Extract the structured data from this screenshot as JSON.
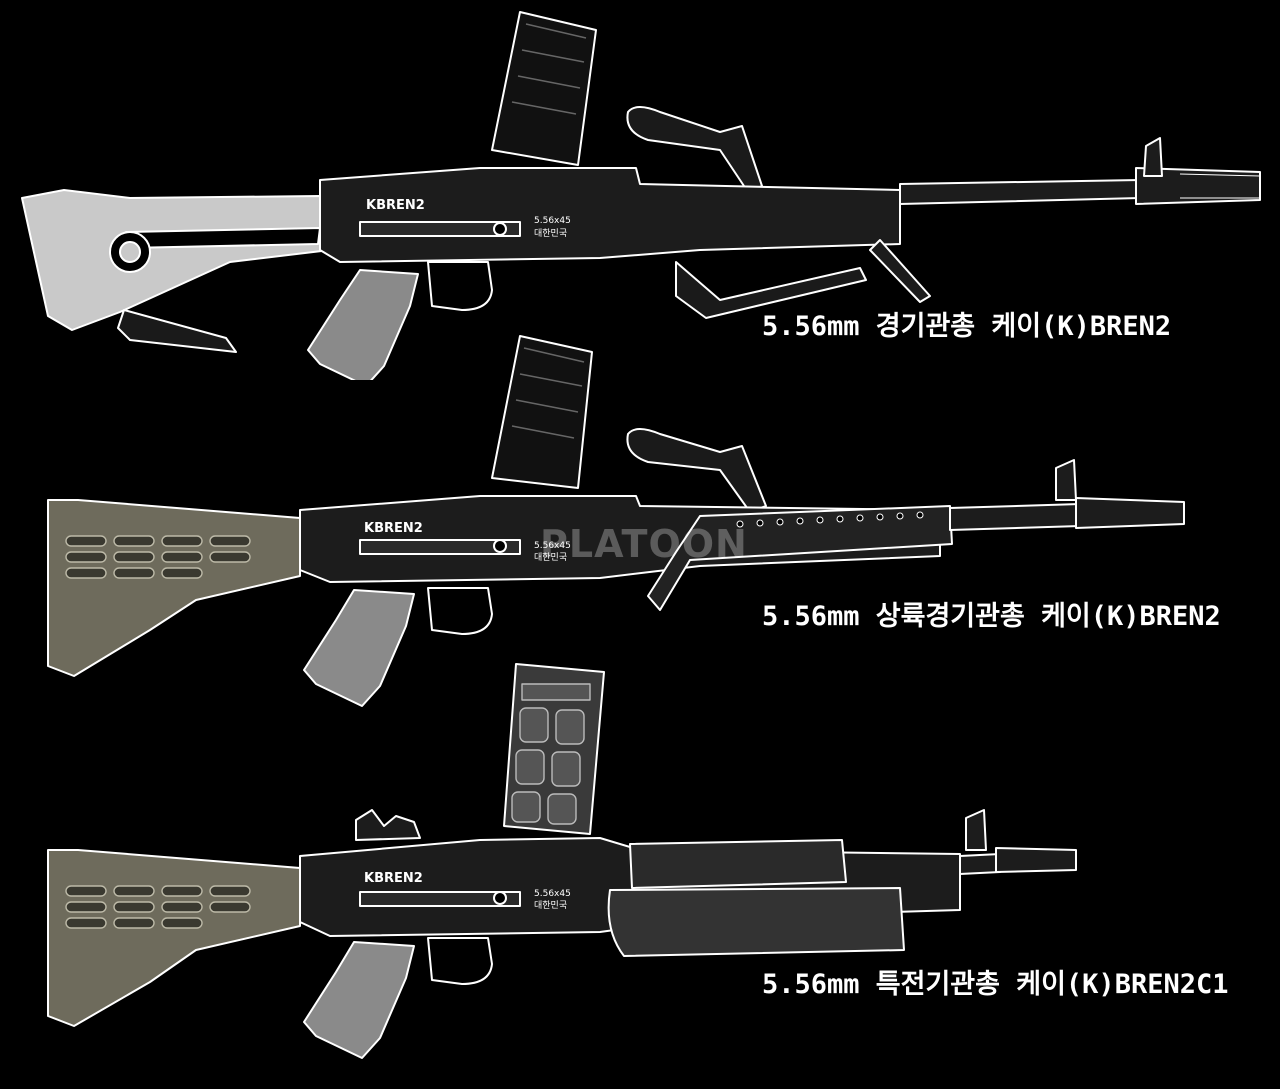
{
  "weapons": [
    {
      "caption": "5.56mm 경기관총 케이(K)BREN2",
      "receiver_marking": "KBREN2",
      "caliber_marking": "5.56x45",
      "country_marking": "대한민국",
      "stock_type": "fixed-skeleton",
      "stock_color": "#c9c9c9"
    },
    {
      "caption": "5.56mm 상륙경기관총 케이(K)BREN2",
      "receiver_marking": "KBREN2",
      "caliber_marking": "5.56x45",
      "country_marking": "대한민국",
      "stock_type": "collapsible",
      "stock_color": "#6e6b5c"
    },
    {
      "caption": "5.56mm 특전기관총 케이(K)BREN2C1",
      "receiver_marking": "KBREN2",
      "caliber_marking": "5.56x45",
      "country_marking": "대한민국",
      "stock_type": "collapsible",
      "stock_color": "#6e6b5c"
    }
  ],
  "watermark": "PLATOON",
  "colors": {
    "background": "#000000",
    "outline": "#ffffff",
    "metal": "#1c1c1c",
    "polymer_light": "#c9c9c9",
    "polymer_dark": "#6e6b5c"
  }
}
